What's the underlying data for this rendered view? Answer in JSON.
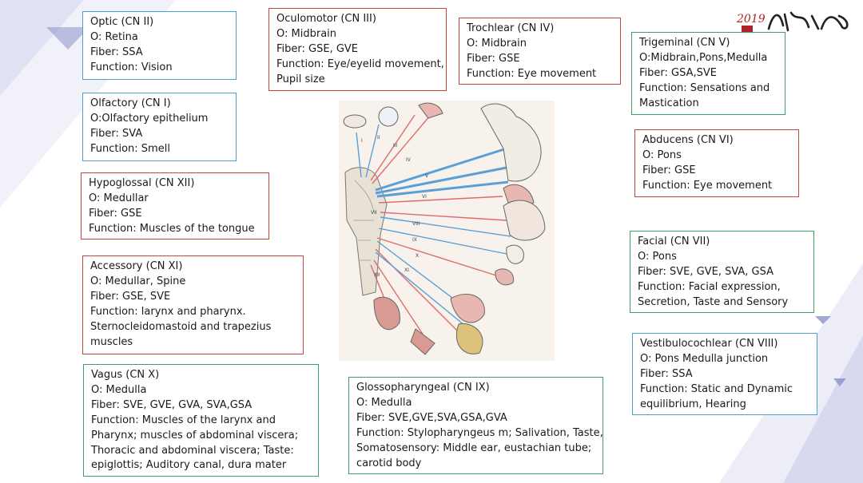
{
  "logo": {
    "year": "2019",
    "calligraphy": "神采飞扬",
    "seal": "品牌"
  },
  "cards": {
    "optic": {
      "lines": [
        "Optic (CN II)",
        "O: Retina",
        "Fiber: SSA",
        "Function: Vision"
      ]
    },
    "olfactory": {
      "lines": [
        "Olfactory (CN I)",
        "O:Olfactory epithelium",
        "Fiber: SVA",
        "Function: Smell"
      ]
    },
    "hypoglossal": {
      "lines": [
        "Hypoglossal (CN XII)",
        "O: Medullar",
        "Fiber: GSE",
        "Function: Muscles of the tongue"
      ]
    },
    "accessory": {
      "lines": [
        "Accessory (CN XI)",
        "O: Medullar, Spine",
        "Fiber: GSE, SVE",
        "Function: larynx and pharynx.",
        "Sternocleidomastoid and trapezius",
        "muscles"
      ]
    },
    "vagus": {
      "lines": [
        "Vagus (CN X)",
        "O: Medulla",
        "Fiber: SVE, GVE, GVA, SVA,GSA",
        "Function: Muscles of the larynx and",
        "Pharynx; muscles of abdominal viscera;",
        "Thoracic and abdominal viscera; Taste:",
        "epiglottis; Auditory canal, dura mater"
      ]
    },
    "oculomotor": {
      "lines": [
        "Oculomotor (CN III)",
        "O: Midbrain",
        "Fiber: GSE, GVE",
        "Function: Eye/eyelid movement,",
        "Pupil size"
      ]
    },
    "trochlear": {
      "lines": [
        "Trochlear (CN IV)",
        "O: Midbrain",
        "Fiber: GSE",
        "Function: Eye movement"
      ]
    },
    "trigeminal": {
      "lines": [
        "Trigeminal (CN V)",
        "O:Midbrain,Pons,Medulla",
        "Fiber: GSA,SVE",
        "Function: Sensations and",
        "Mastication"
      ]
    },
    "abducens": {
      "lines": [
        "Abducens (CN VI)",
        "O: Pons",
        "Fiber: GSE",
        "Function: Eye movement"
      ]
    },
    "facial": {
      "lines": [
        "Facial (CN VII)",
        "O: Pons",
        "Fiber: SVE, GVE, SVA, GSA",
        "Function: Facial expression,",
        "Secretion,  Taste and Sensory"
      ]
    },
    "vestibulocochlear": {
      "lines": [
        "Vestibulocochlear (CN VIII)",
        "O: Pons Medulla junction",
        "Fiber: SSA",
        "Function: Static and Dynamic",
        "equilibrium, Hearing"
      ]
    },
    "glossopharyngeal": {
      "lines": [
        "Glossopharyngeal (CN IX)",
        "O: Medulla",
        "Fiber: SVE,GVE,SVA,GSA,GVA",
        "Function: Stylopharyngeus m; Salivation, Taste,",
        "Somatosensory: Middle ear, eustachian tube;",
        "carotid body"
      ]
    }
  },
  "figure_labels": [
    "I",
    "II",
    "III",
    "IV",
    "V",
    "VI",
    "VII",
    "VIII",
    "IX",
    "X",
    "XI",
    "XII"
  ],
  "colors": {
    "blue_border": "#4aa0c8",
    "red_border": "#c8463e",
    "green_border": "#3e9e66",
    "motor_fiber": "#e06a6a",
    "sensory_fiber": "#5a9fd6"
  }
}
